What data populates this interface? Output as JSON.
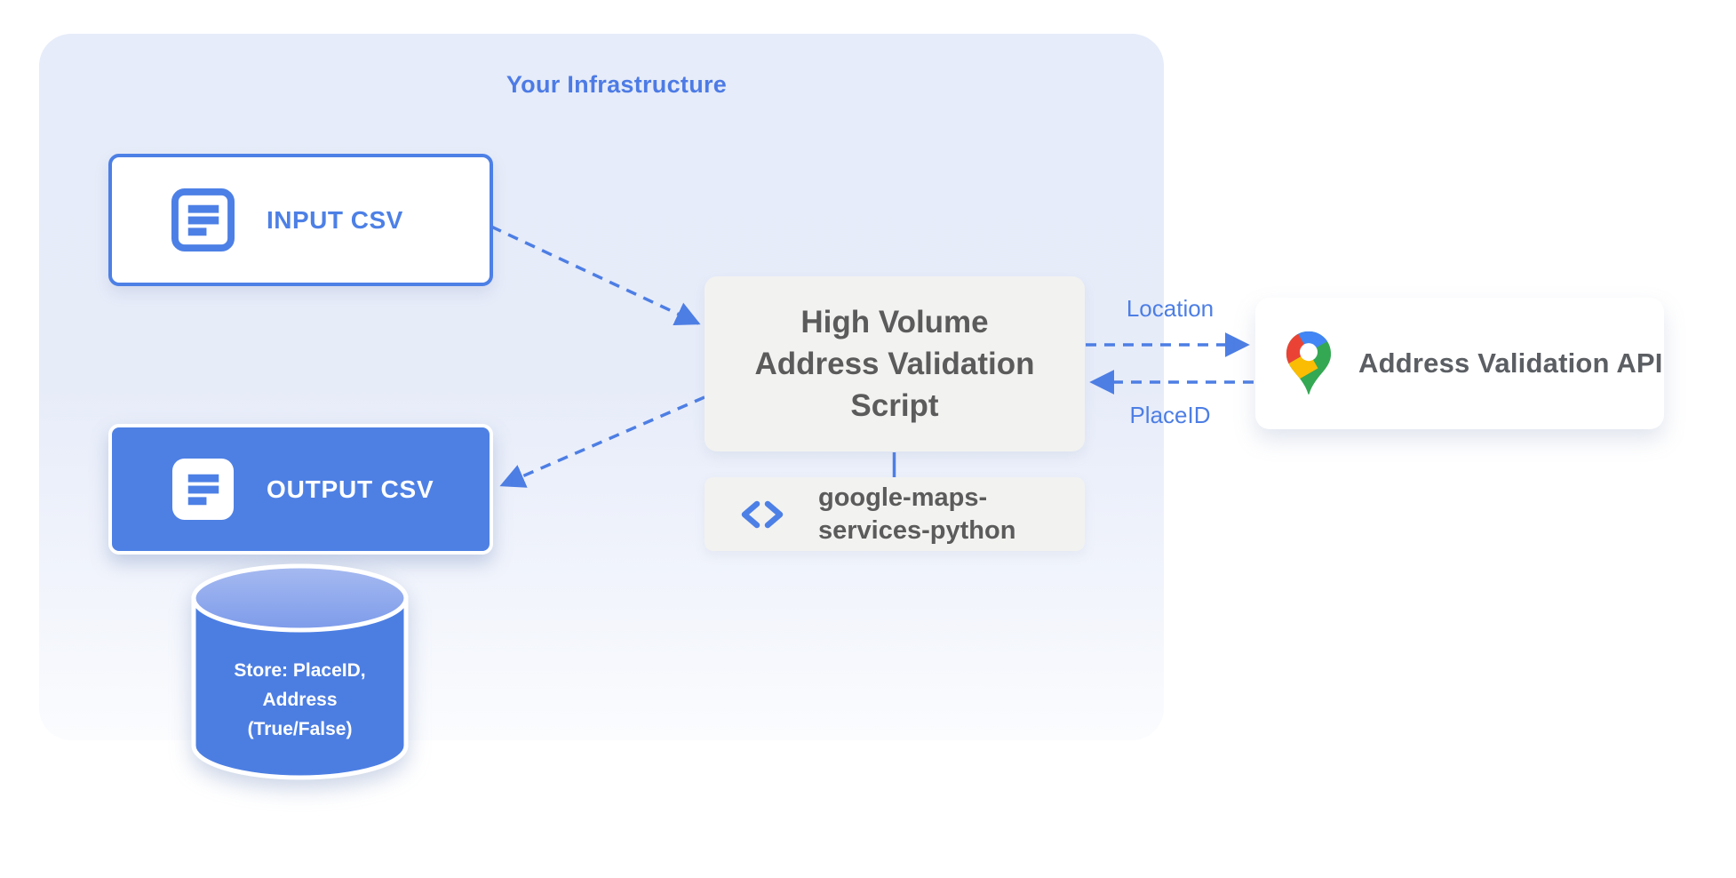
{
  "title": "Your Infrastructure",
  "nodes": {
    "input_csv": {
      "label": "INPUT CSV"
    },
    "output_csv": {
      "label": "OUTPUT CSV"
    },
    "datastore": {
      "lines": [
        "Store: PlaceID,",
        "Address",
        "(True/False)"
      ]
    },
    "script": {
      "lines": [
        "High Volume",
        "Address Validation",
        "Script"
      ]
    },
    "library": {
      "lines": [
        "google-maps-",
        "services-python"
      ]
    },
    "api": {
      "label": "Address Validation API"
    }
  },
  "edges": {
    "location": {
      "label": "Location"
    },
    "placeid": {
      "label": "PlaceID"
    }
  },
  "colors": {
    "accent_blue": "#4d7ee4",
    "node_border_blue": "#4d80e6",
    "node_fill_blue": "#4e80e4",
    "panel_blue": "#e7ecf9",
    "box_gray": "#f2f2f0",
    "text_gray": "#5b5b5b",
    "title_blue": "#4d7be5",
    "pin_red": "#ea4335",
    "pin_blue": "#4285f4",
    "pin_yellow": "#fbbc04",
    "pin_green": "#34a853"
  }
}
